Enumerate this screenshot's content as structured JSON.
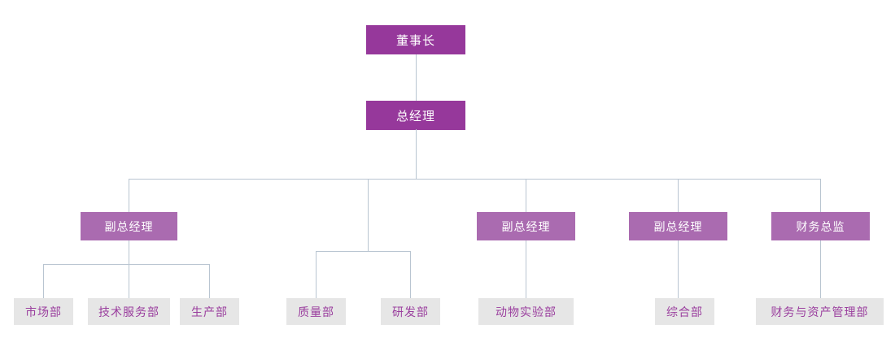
{
  "chart_type": "organization-chart",
  "colors": {
    "level1_fill": "#96389b",
    "level1_text": "#ffffff",
    "level2_fill": "#aa6bb0",
    "level2_text": "#ffffff",
    "leaf_fill": "#e6e6e6",
    "leaf_text": "#9a3e9e",
    "connector": "#b9c5d1",
    "background": "#ffffff"
  },
  "nodes": {
    "chairman": {
      "label": "董事长"
    },
    "general_manager": {
      "label": "总经理"
    },
    "vp1": {
      "label": "副总经理"
    },
    "vp2": {
      "label": "副总经理"
    },
    "vp3": {
      "label": "副总经理"
    },
    "cfo": {
      "label": "财务总监"
    },
    "marketing": {
      "label": "市场部"
    },
    "tech_service": {
      "label": "技术服务部"
    },
    "production": {
      "label": "生产部"
    },
    "quality": {
      "label": "质量部"
    },
    "rnd": {
      "label": "研发部"
    },
    "animal_lab": {
      "label": "动物实验部"
    },
    "general_affairs": {
      "label": "综合部"
    },
    "finance_asset": {
      "label": "财务与资产管理部"
    }
  },
  "hierarchy": {
    "root": "董事长",
    "children": [
      {
        "label": "总经理",
        "children": [
          {
            "label": "副总经理",
            "children": [
              {
                "label": "市场部"
              },
              {
                "label": "技术服务部"
              },
              {
                "label": "生产部"
              }
            ]
          },
          {
            "label": "质量部"
          },
          {
            "label": "研发部"
          },
          {
            "label": "副总经理",
            "children": [
              {
                "label": "动物实验部"
              }
            ]
          },
          {
            "label": "副总经理",
            "children": [
              {
                "label": "综合部"
              }
            ]
          },
          {
            "label": "财务总监",
            "children": [
              {
                "label": "财务与资产管理部"
              }
            ]
          }
        ]
      }
    ]
  }
}
